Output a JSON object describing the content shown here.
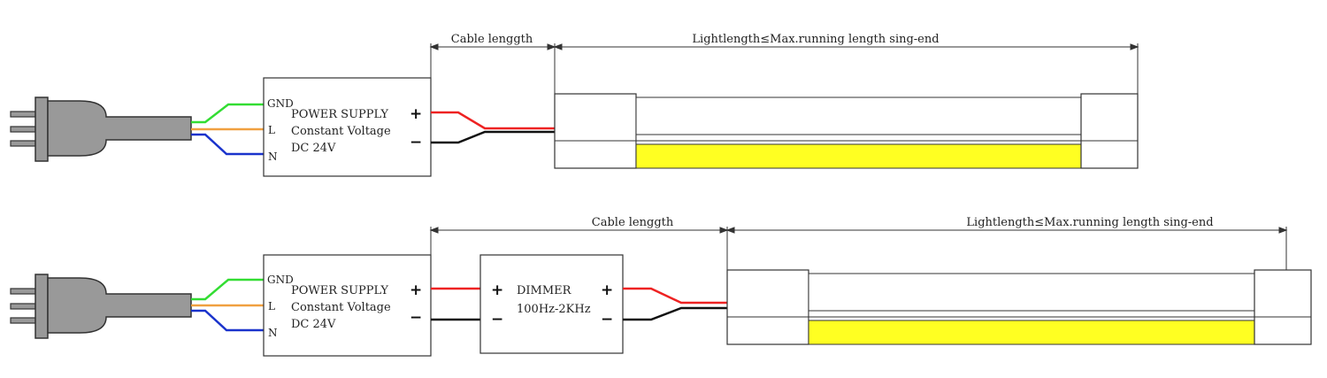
{
  "colors": {
    "gnd_wire": "#33dd33",
    "live_wire": "#f0a040",
    "neutral_wire": "#1a33cc",
    "positive_wire": "#ee2222",
    "negative_wire": "#111111",
    "led_strip": "#ffff22",
    "plug_body": "#999999",
    "outline": "#333333"
  },
  "diagrams": [
    {
      "power_supply": {
        "gnd": "GND",
        "live": "L",
        "neutral": "N",
        "line1": "POWER SUPPLY",
        "line2": "Constant Voltage",
        "line3": "DC 24V",
        "plus": "+",
        "minus": "−"
      },
      "cable_label": "Cable lenggth",
      "light_label": "Lightlength≤Max.running length sing-end"
    },
    {
      "power_supply": {
        "gnd": "GND",
        "live": "L",
        "neutral": "N",
        "line1": "POWER SUPPLY",
        "line2": "Constant Voltage",
        "line3": "DC 24V",
        "plus": "+",
        "minus": "−"
      },
      "dimmer": {
        "line1": "DIMMER",
        "line2": "100Hz-2KHz",
        "in_plus": "+",
        "in_minus": "−",
        "out_plus": "+",
        "out_minus": "−"
      },
      "cable_label": "Cable lenggth",
      "light_label": "Lightlength≤Max.running length sing-end"
    }
  ]
}
